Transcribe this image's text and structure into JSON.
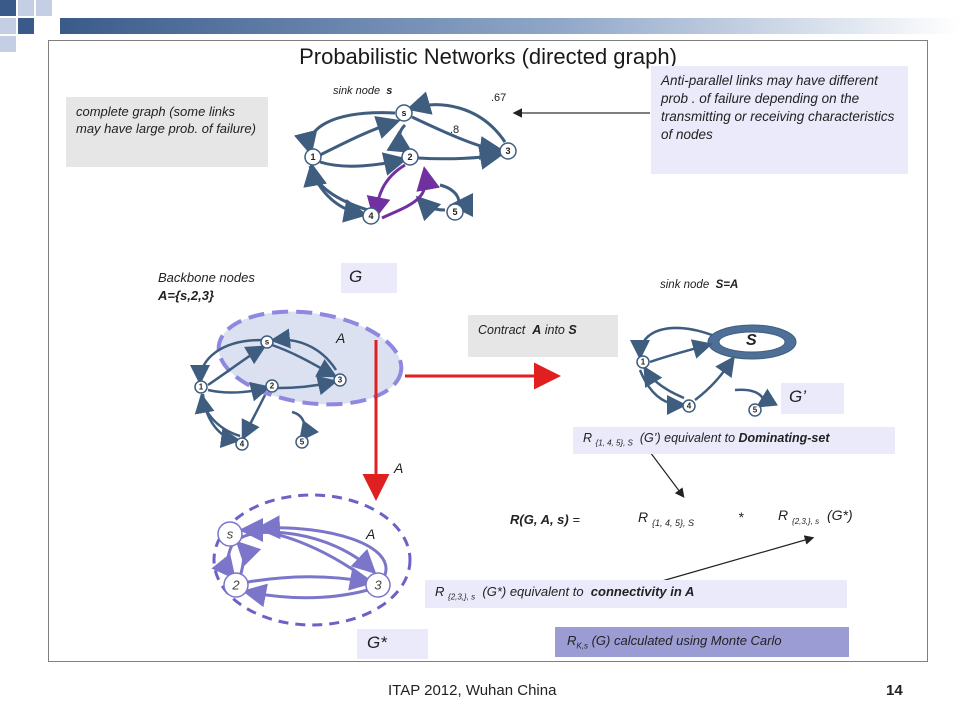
{
  "slide": {
    "title": "Probabilistic Networks (directed graph)",
    "footer_left": "ITAP 2012, Wuhan China",
    "page_number": "14"
  },
  "top_graph": {
    "sink_prefix": "sink node",
    "sink_name": "s",
    "prob_a": ".67",
    "prob_b": ".8",
    "nodes": [
      "s",
      "1",
      "2",
      "3",
      "4",
      "5"
    ]
  },
  "notes": {
    "complete_graph": "complete graph (some links may have large prob. of failure)",
    "anti_parallel": "Anti-parallel  links may have different prob . of failure depending on the transmitting  or receiving characteristics  of nodes"
  },
  "backbone": {
    "label": "Backbone  nodes",
    "set": "A={s,2,3}",
    "g_label": "G",
    "a_label": "A",
    "nodes": [
      "s",
      "1",
      "2",
      "3",
      "4",
      "5"
    ]
  },
  "contract": {
    "text_prefix": "Contract",
    "text_a": "A",
    "text_into": "into",
    "text_s": "S",
    "sink_label": "sink node",
    "sink_value": "S=A",
    "s_big": "S",
    "g_prime": "G’",
    "nodes": [
      "1",
      "4",
      "5"
    ]
  },
  "arrows": {
    "a_down": "A"
  },
  "gstar": {
    "a_label": "A",
    "label": "G*",
    "nodes": [
      "s",
      "2",
      "3"
    ]
  },
  "equations": {
    "dom_r": "R",
    "dom_sub": "{1, 4, 5}, S",
    "dom_mid": "(G’)  equivalent to",
    "dom_end": "Dominating-set",
    "rg": "R(G, A, s)",
    "eq": "=",
    "r1": "R",
    "r1_sub": "{1, 4, 5}, S",
    "times": "*",
    "r2": "R",
    "r2_sub": "{2,3,}, s",
    "r2_arg": "(G*)",
    "conn_r": "R",
    "conn_sub": "{2,3,}, s",
    "conn_mid": "(G*)  equivalent to",
    "conn_end": "connectivity in A",
    "mc_r": "R",
    "mc_sub": "K,s",
    "mc_text": "(G) calculated using Monte Carlo"
  },
  "colors": {
    "edge": "#3f5d7f",
    "purple": "#7030a0",
    "lavender_edge": "#7b76c9",
    "red": "#e02020",
    "dash": "#9f94e0"
  }
}
